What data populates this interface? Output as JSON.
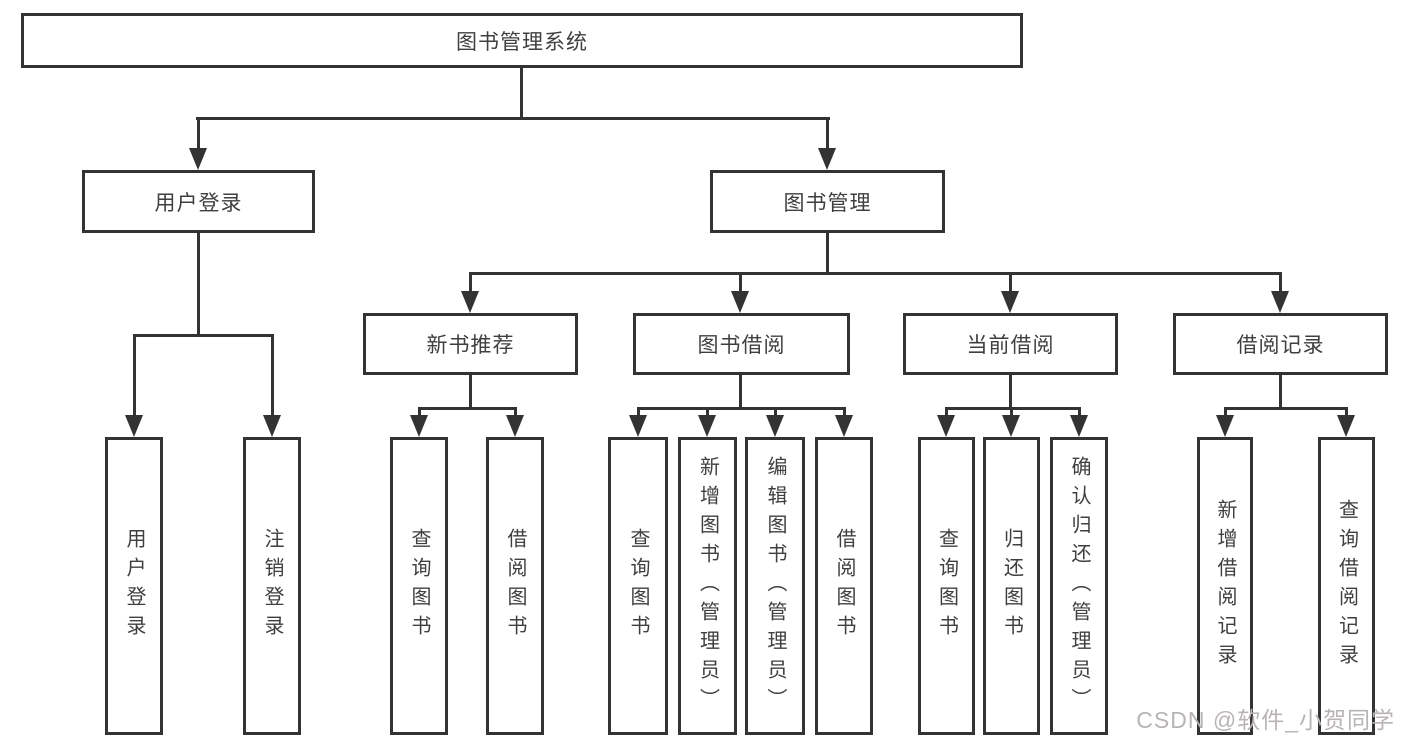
{
  "tree": {
    "root_label": "图书管理系统",
    "level2": [
      "用户登录",
      "图书管理"
    ],
    "level3": [
      "新书推荐",
      "图书借阅",
      "当前借阅",
      "借阅记录"
    ],
    "leaves": {
      "user_login": [
        "用户登录",
        "注销登录"
      ],
      "new_book_recommend": [
        "查询图书",
        "借阅图书"
      ],
      "book_borrow": [
        "查询图书",
        "新增图书（管理员）",
        "编辑图书（管理员）",
        "借阅图书"
      ],
      "current_borrow": [
        "查询图书",
        "归还图书",
        "确认归还（管理员）"
      ],
      "borrow_records": [
        "新增借阅记录",
        "查询借阅记录"
      ]
    }
  },
  "watermark": "CSDN @软件_小贺同学",
  "colors": {
    "stroke": "#333333",
    "text": "#3f3f3f",
    "watermark": "#b9b4b4",
    "background": "#ffffff"
  }
}
